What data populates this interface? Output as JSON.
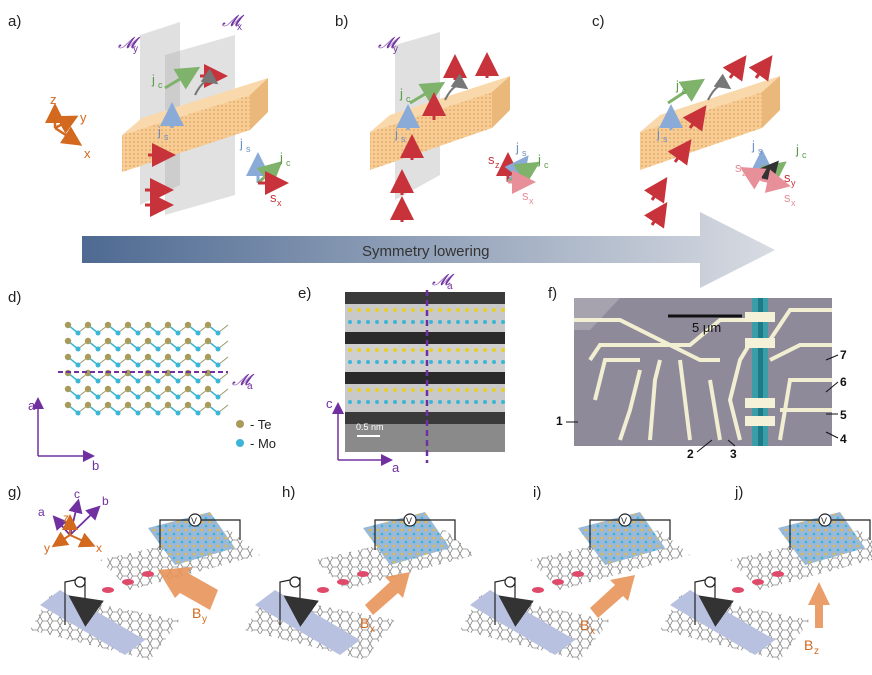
{
  "panels": {
    "a": {
      "label": "a)"
    },
    "b": {
      "label": "b)"
    },
    "c": {
      "label": "c)"
    },
    "d": {
      "label": "d)"
    },
    "e": {
      "label": "e)"
    },
    "f": {
      "label": "f)"
    },
    "g": {
      "label": "g)"
    },
    "h": {
      "label": "h)"
    },
    "i": {
      "label": "i)"
    },
    "j": {
      "label": "j)"
    }
  },
  "mirror_planes": {
    "my": "𝓜",
    "my_sub": "y",
    "mx": "𝓜",
    "mx_sub": "x",
    "ma": "𝓜",
    "ma_sub": "a"
  },
  "axes_abc": {
    "z": "z",
    "y": "y",
    "x": "x"
  },
  "vectors": {
    "jc": "j",
    "jc_sub": "c",
    "js": "j",
    "js_sub": "s",
    "sx": "s",
    "sx_sub": "x",
    "sy": "s",
    "sy_sub": "y",
    "sz": "s",
    "sz_sub": "z"
  },
  "symmetry_arrow": {
    "text": "Symmetry lowering"
  },
  "legend_d": {
    "te": "- Te",
    "mo": "- Mo"
  },
  "crystal_axes": {
    "a": "a",
    "b": "b",
    "c": "c"
  },
  "scale_bar_e": "0.5 nm",
  "scale_bar_f": "5 μm",
  "device_contacts": [
    "1",
    "2",
    "3",
    "4",
    "5",
    "6",
    "7"
  ],
  "fields": {
    "g": {
      "B": "B",
      "sub": "y"
    },
    "h": {
      "B": "B",
      "sub": "x"
    },
    "i": {
      "B": "B",
      "sub": "x"
    },
    "j": {
      "B": "B",
      "sub": "z"
    }
  },
  "voltmeter": "V",
  "colors": {
    "slab": "#f5c98e",
    "jc": "#7fb26a",
    "js": "#8aaad8",
    "spin": "#c8323a",
    "axis": "#d2691e",
    "purple": "#7030a0",
    "orange_arrow": "#e8955a"
  }
}
